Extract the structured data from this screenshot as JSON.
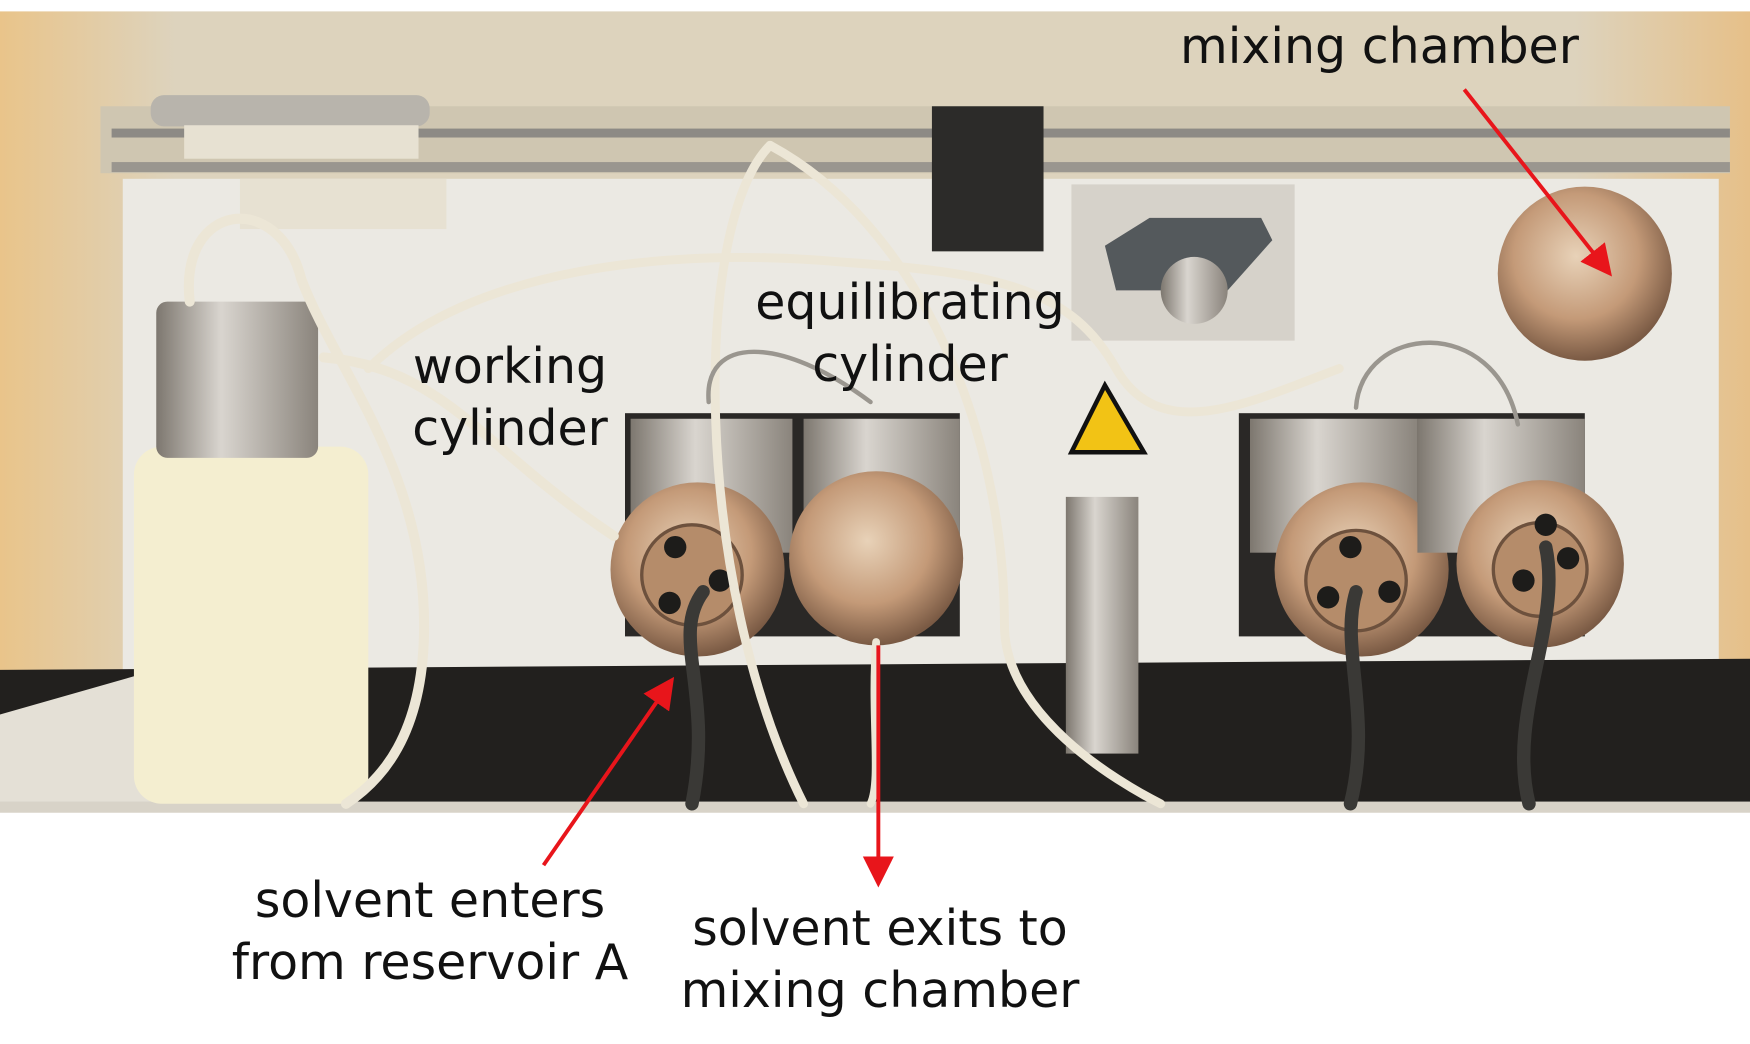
{
  "labels": {
    "mixing_chamber": "mixing chamber",
    "working_cylinder": [
      "working",
      "cylinder"
    ],
    "equilibrating_cylinder": [
      "equilibrating",
      "cylinder"
    ],
    "solvent_enters": [
      "solvent enters",
      "from reservoir A"
    ],
    "solvent_exits": [
      "solvent exits to",
      "mixing chamber"
    ]
  },
  "colors": {
    "arrow": "#e8151b",
    "frame": "#d9cfb8",
    "panel": "#eceae4",
    "steel": "#b9b2a6",
    "brass": "#c9a27e",
    "tube": "#ece6d6",
    "dark": "#1d1c1a"
  }
}
